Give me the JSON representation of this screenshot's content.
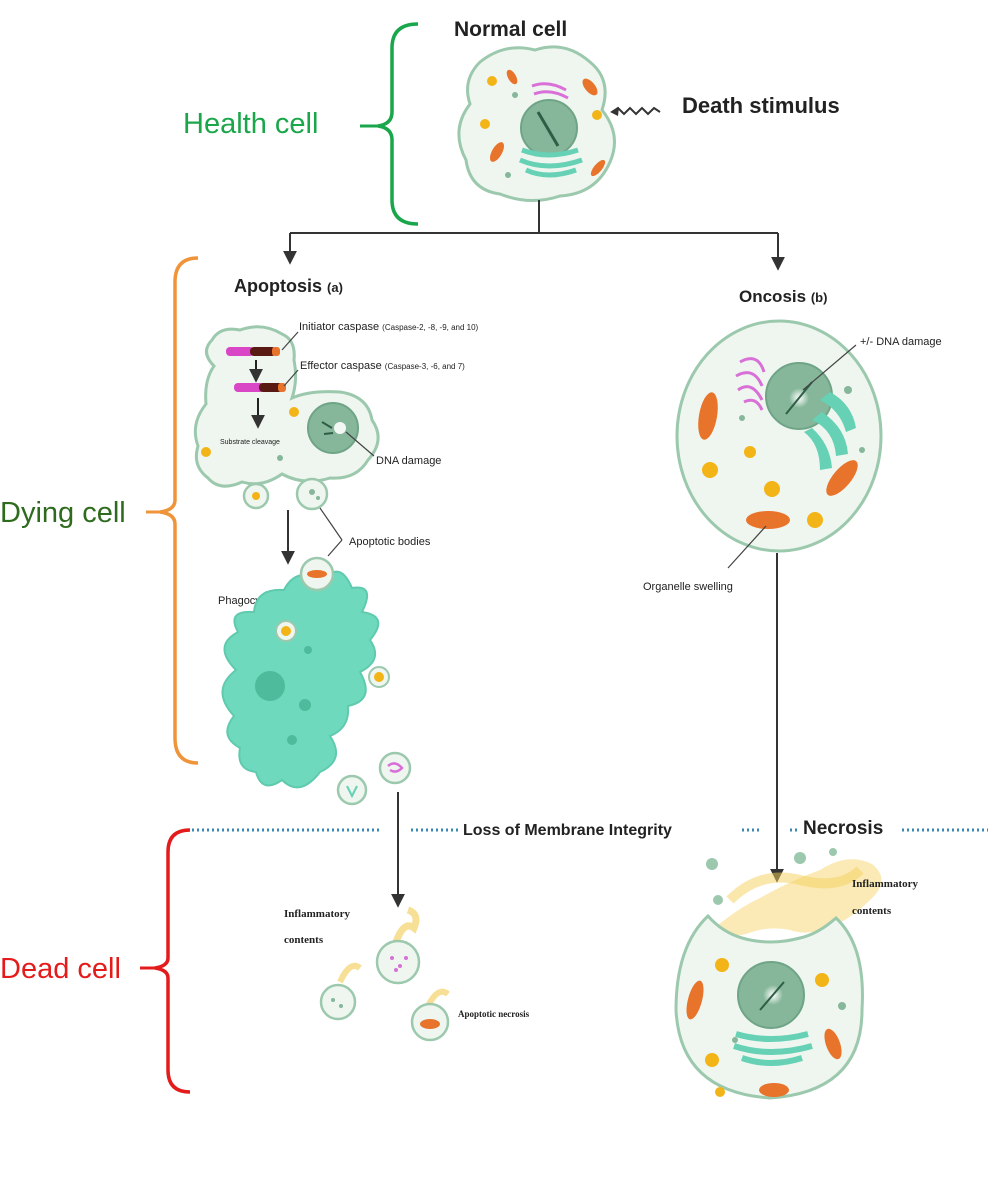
{
  "titles": {
    "normal_cell": "Normal cell",
    "death_stimulus": "Death stimulus",
    "apoptosis": "Apoptosis",
    "apoptosis_tag": "(a)",
    "oncosis": "Oncosis",
    "oncosis_tag": "(b)",
    "loss_membrane": "Loss of Membrane Integrity",
    "necrosis": "Necrosis"
  },
  "brackets": {
    "health": "Health cell",
    "dying": "Dying cell",
    "dead": "Dead cell"
  },
  "apoptosis_labels": {
    "initiator": "Initiator caspase",
    "initiator_detail": "(Caspase-2, -8, -9, and 10)",
    "effector": "Effector caspase",
    "effector_detail": "(Caspase-3, -6, and 7)",
    "substrate": "Substrate cleavage",
    "dna_damage": "DNA damage",
    "apoptotic_bodies": "Apoptotic bodies",
    "phagocyte": "Phagocyte",
    "inflammatory_line1": "Inflammatory",
    "inflammatory_line2": "contents",
    "apoptotic_necrosis": "Apoptotic necrosis"
  },
  "oncosis_labels": {
    "dna_damage": "+/- DNA damage",
    "organelle_swelling": "Organelle swelling",
    "inflammatory_line1": "Inflammatory",
    "inflammatory_line2": "contents"
  },
  "colors": {
    "health": "#1aa64a",
    "dying": "#f0943a",
    "dead": "#e31b1b",
    "dying_text": "#2f6b1e",
    "dotted_line": "#3b87b7",
    "cell_fill": "#eef6ef",
    "cell_edge": "#9cc9ad",
    "nucleus": "#86b79a",
    "er": "#66d1b5",
    "mito": "#e8732a",
    "vesicle": "#f2b417",
    "golgi": "#d870d8",
    "phagocyte": "#6ed9bd"
  }
}
